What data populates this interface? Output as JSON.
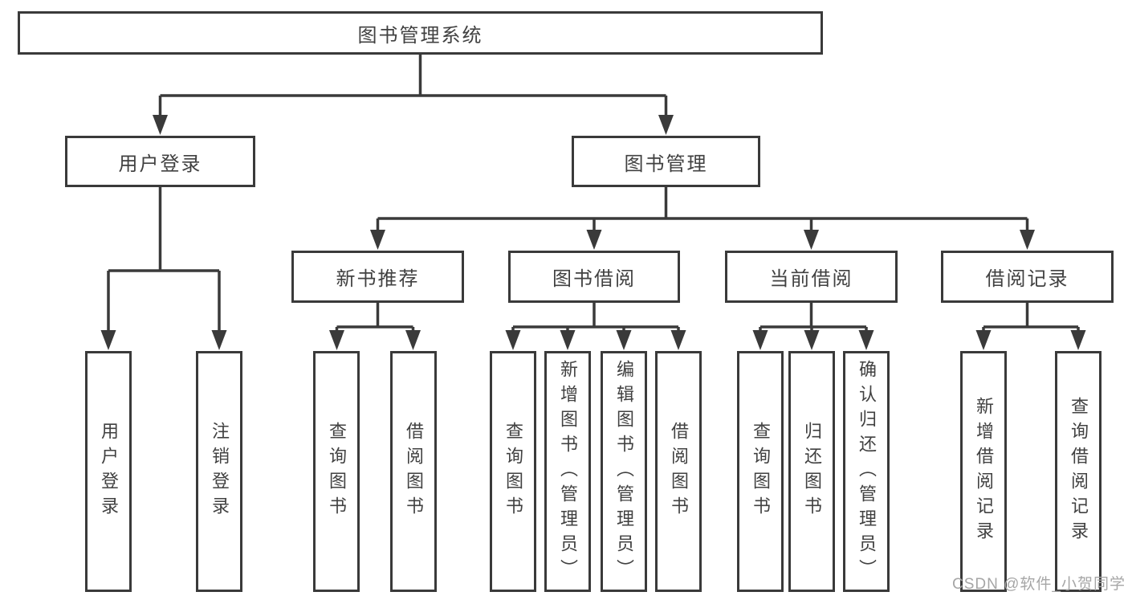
{
  "colors": {
    "background": "#ffffff",
    "line": "#3a3a3a",
    "box_border": "#3a3a3a",
    "text": "#414141",
    "watermark": "#a6a6a6"
  },
  "tree": {
    "root": "图书管理系统",
    "children": [
      {
        "label": "用户登录",
        "children": [
          "用户登录",
          "注销登录"
        ]
      },
      {
        "label": "图书管理",
        "children": [
          {
            "label": "新书推荐",
            "children": [
              "查询图书",
              "借阅图书"
            ]
          },
          {
            "label": "图书借阅",
            "children": [
              "查询图书",
              "新增图书（管理员）",
              "编辑图书（管理员）",
              "借阅图书"
            ]
          },
          {
            "label": "当前借阅",
            "children": [
              "查询图书",
              "归还图书",
              "确认归还（管理员）"
            ]
          },
          {
            "label": "借阅记录",
            "children": [
              "新增借阅记录",
              "查询借阅记录"
            ]
          }
        ]
      }
    ]
  },
  "watermark": {
    "text": "CSDN @软件_小贺同学"
  }
}
